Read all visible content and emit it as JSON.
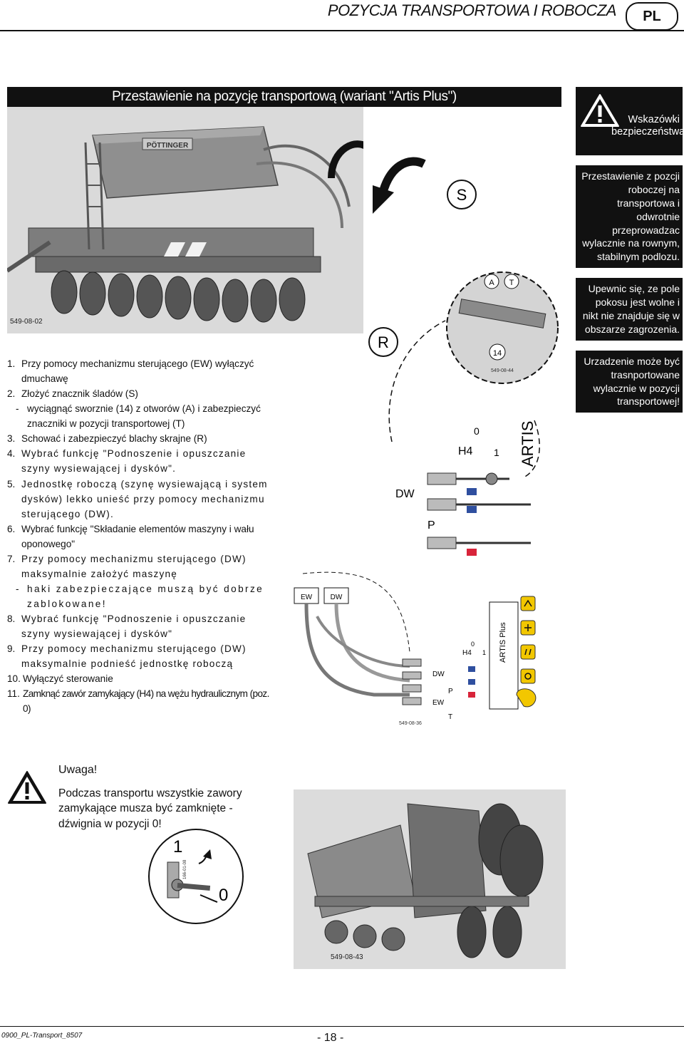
{
  "header": {
    "title": "POZYCJA TRANSPORTOWA I ROBOCZA",
    "lang": "PL"
  },
  "section_title": "Przestawienie na pozycję transportową (wariant \"Artis Plus\")",
  "figures": {
    "photo_top": {
      "ref": "549-08-02",
      "brand": "PÖTTINGER"
    },
    "diagram_marker": {
      "R": "R",
      "S": "S",
      "A": "A",
      "T": "T",
      "n14": "14",
      "ref": "549-08-44",
      "artis": "ARTIS",
      "H4": "H4",
      "zero": "0",
      "one": "1",
      "DW": "DW",
      "P": "P"
    },
    "diagram_hydraulic": {
      "EW": "EW",
      "DW": "DW",
      "DW2": "DW",
      "EW2": "EW",
      "P": "P",
      "T": "T",
      "H4": "H4",
      "zero": "0",
      "one": "1",
      "artis_plus": "ARTIS Plus",
      "ref": "549-08-36"
    },
    "valve_detail": {
      "one": "1",
      "zero": "0",
      "ref": "166-01-08"
    },
    "photo_bottom": {
      "ref": "549-08-43"
    }
  },
  "steps": [
    {
      "n": "1.",
      "text": "Przy pomocy mechanizmu sterującego (EW) wyłączyć dmuchawę"
    },
    {
      "n": "2.",
      "text": "Złożyć znacznik śladów (S)"
    },
    {
      "n": "-",
      "text": "wyciągnąć sworznie (14) z otworów (A) i zabezpieczyć znaczniki w pozycji transportowej (T)"
    },
    {
      "n": "3.",
      "text": "Schować i zabezpieczyć blachy skrajne (R)"
    },
    {
      "n": "4.",
      "text": "Wybrać funkcję \"Podnoszenie i opuszczanie szyny wysiewającej i dysków\"."
    },
    {
      "n": "5.",
      "text": "Jednostkę roboczą (szynę wysiewającą i system dysków) lekko unieść przy pomocy mechanizmu sterującego (DW)."
    },
    {
      "n": "6.",
      "text": "Wybrać funkcję \"Składanie elementów maszyny i wału oponowego\""
    },
    {
      "n": "7.",
      "text": "Przy pomocy mechanizmu sterującego (DW) maksymalnie założyć maszynę"
    },
    {
      "n": "-",
      "text": "haki zabezpieczające muszą być dobrze zablokowane!"
    },
    {
      "n": "8.",
      "text": "Wybrać funkcję \"Podnoszenie i opuszczanie szyny wysiewającej i dysków\""
    },
    {
      "n": "9.",
      "text": "Przy pomocy mechanizmu sterującego (DW) maksymalnie podnieść jednostkę roboczą"
    },
    {
      "n": "10.",
      "text": "Wyłączyć sterowanie"
    },
    {
      "n": "11.",
      "text": "Zamknąć zawór zamykający (H4) na wężu hydraulicznym (poz. 0)"
    }
  ],
  "sidebar": {
    "title": "Wskazówki bezpieczeństwa!",
    "p1": "Przestawienie z pozcji roboczej na transportowa i odwrotnie przeprowadzac wylacznie na rownym, stabilnym podlozu.",
    "p2": "Upewnic się, ze pole pokosu jest wolne i nikt nie znajduje się w obszarze zagrozenia.",
    "p3": "Urzadzenie może być trasnportowane wylacznie w pozycji transportowej!"
  },
  "uwaga": {
    "title": "Uwaga!",
    "text": "Podczas transportu wszystkie zawory zamykające musza być zamknięte - dźwignia w pozycji 0!"
  },
  "footer": {
    "left": "0900_PL-Transport_8507",
    "page": "- 18 -"
  }
}
